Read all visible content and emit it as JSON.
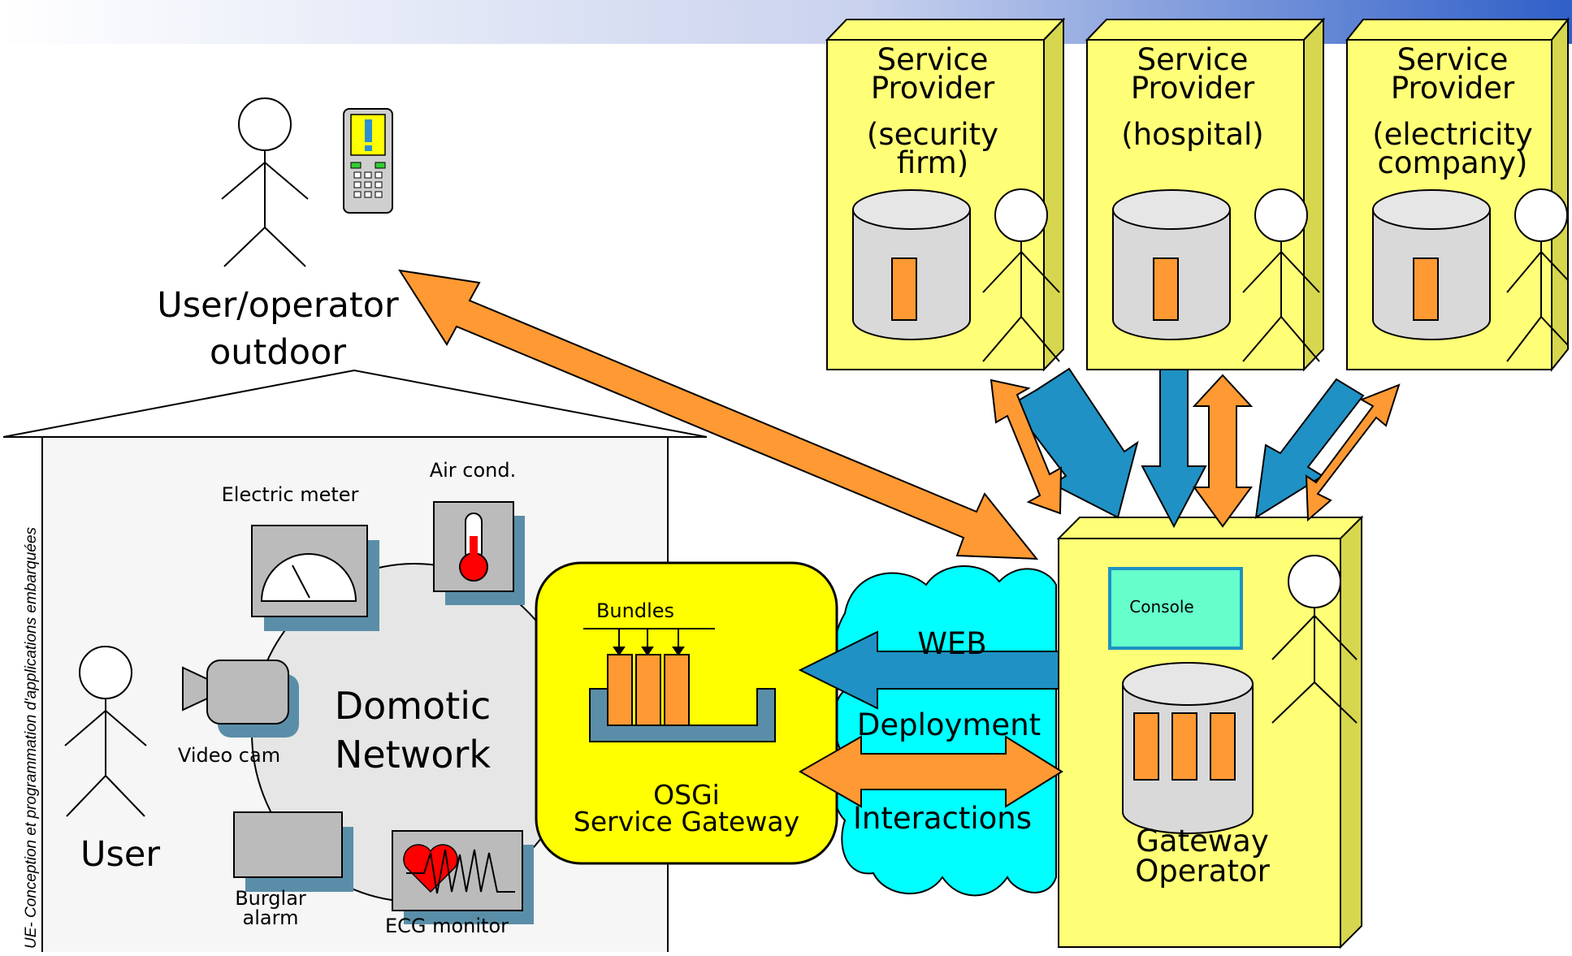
{
  "side_label": "UE- Conception et programmation d'applications embarquées",
  "outdoor_user": {
    "line1": "User/operator",
    "line2": "outdoor"
  },
  "providers": [
    {
      "title1": "Service",
      "title2": "Provider",
      "sub1": "(security",
      "sub2": "firm)"
    },
    {
      "title1": "Service",
      "title2": "Provider",
      "sub1": "(hospital)",
      "sub2": ""
    },
    {
      "title1": "Service",
      "title2": "Provider",
      "sub1": "(electricity",
      "sub2": "company)"
    }
  ],
  "home": {
    "network_line1": "Domotic",
    "network_line2": "Network",
    "user_label": "User",
    "devices": {
      "electric_meter": "Electric meter",
      "air_cond": "Air cond.",
      "video_cam": "Video cam",
      "burglar_line1": "Burglar",
      "burglar_line2": "alarm",
      "ecg_monitor": "ECG monitor"
    }
  },
  "osgi": {
    "bundles_label": "Bundles",
    "line1": "OSGi",
    "line2": "Service Gateway"
  },
  "cloud": {
    "web": "WEB",
    "deployment": "Deployment",
    "interactions": "Interactions"
  },
  "operator": {
    "console": "Console",
    "line1": "Gateway",
    "line2": "Operator"
  },
  "colors": {
    "provider_box": "#ffff77",
    "provider_side": "#d6d64f",
    "orange": "#ff9933",
    "blue": "#1f91c4",
    "cloud": "#00ffff",
    "osgi": "#ffff00",
    "console": "#66ffcc",
    "house": "#f6f6f6",
    "device": "#c8c8c8"
  }
}
